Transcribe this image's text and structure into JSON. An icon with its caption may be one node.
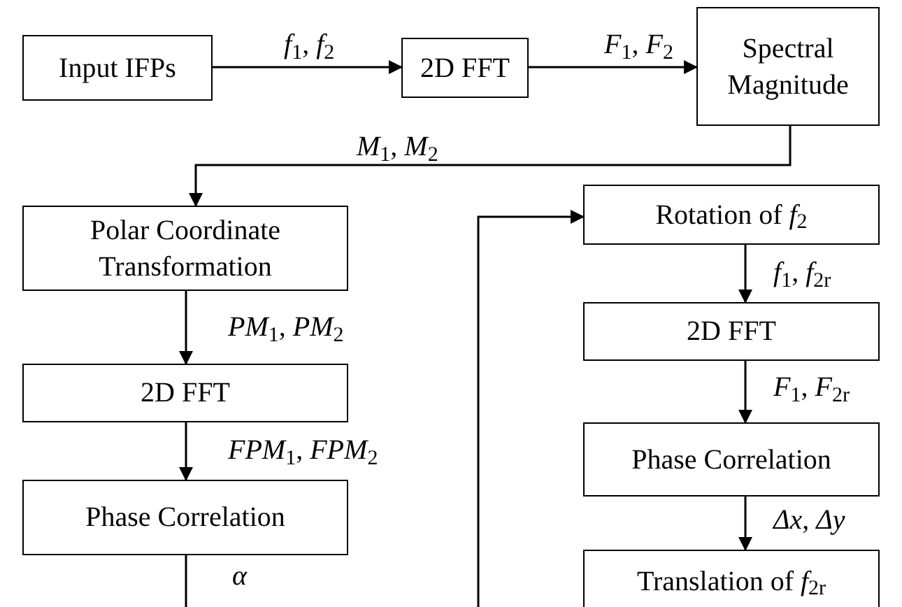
{
  "diagram": {
    "nodes": [
      {
        "text": [
          "Input IFPs"
        ]
      },
      {
        "text": [
          "2D FFT"
        ]
      },
      {
        "text": [
          "Spectral Magnitude"
        ]
      },
      {
        "text": [
          "Polar Coordinate Transformation"
        ]
      },
      {
        "text": [
          "2D FFT"
        ]
      },
      {
        "text": [
          "Phase Correlation"
        ]
      },
      {
        "text": [
          "Rotation of *f*$_{2}$"
        ]
      },
      {
        "text": [
          "2D FFT"
        ]
      },
      {
        "text": [
          "Phase Correlation"
        ]
      },
      {
        "text": [
          "Translation of *f*$_{2r}$"
        ]
      }
    ],
    "edges": [
      {
        "from": 0,
        "to": 1,
        "arrow": "to",
        "label": "*f*$_{1}$, *f*$_{2}$"
      },
      {
        "from": 1,
        "to": 2,
        "arrow": "to",
        "label": "*F*$_{1}$, *F*$_{2}$"
      },
      {
        "from": 2,
        "to": 3,
        "arrow": "to",
        "label": "*M*$_{1}$, *M*$_{2}$"
      },
      {
        "from": 3,
        "to": 4,
        "arrow": "to",
        "label": "*PM*$_{1}$, *PM*$_{2}$"
      },
      {
        "from": 4,
        "to": 5,
        "arrow": "to",
        "label": "*FPM*$_{1}$, *FPM*$_{2}$"
      },
      {
        "from": 5,
        "to": null,
        "arrow": "none",
        "label": "*α*"
      },
      {
        "from": null,
        "to": 6,
        "arrow": "to"
      },
      {
        "from": 6,
        "to": 7,
        "arrow": "to",
        "label": "*f*$_{1}$, *f*$_{2r}$"
      },
      {
        "from": 7,
        "to": 8,
        "arrow": "to",
        "label": "*F*$_{1}$, *F*$_{2r}$"
      },
      {
        "from": 8,
        "to": 9,
        "arrow": "to",
        "label": "*Δx*, *Δy*"
      }
    ]
  }
}
